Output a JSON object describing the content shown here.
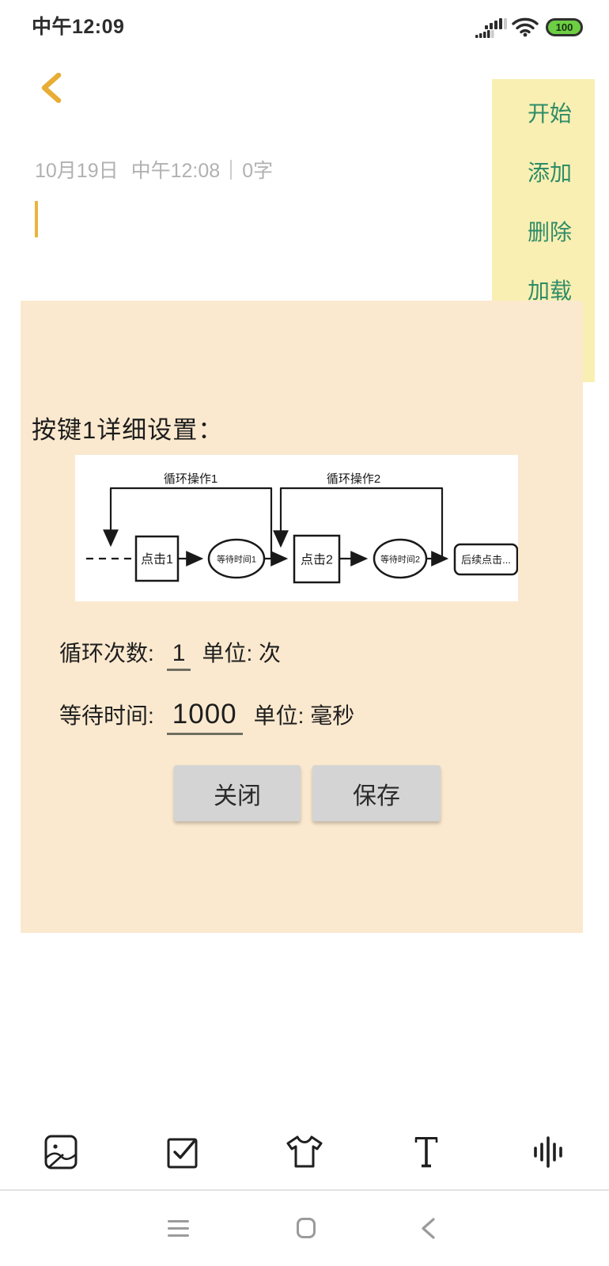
{
  "status_bar": {
    "time": "中午12:09",
    "battery_level": "100",
    "icons": [
      "signal-icon",
      "wifi-icon",
      "battery-icon"
    ]
  },
  "editor": {
    "date": "10月19日",
    "modified_time": "中午12:08",
    "char_count": "0字"
  },
  "side_menu": {
    "items": [
      {
        "label": "开始"
      },
      {
        "label": "添加"
      },
      {
        "label": "删除"
      },
      {
        "label": "加载"
      }
    ]
  },
  "dialog": {
    "title": "按键1详细设置：",
    "flowchart": {
      "loop1": "循环操作1",
      "loop2": "循环操作2",
      "click1": "点击1",
      "wait1": "等待时间1",
      "click2": "点击2",
      "wait2": "等待时间2",
      "next": "后续点击..."
    },
    "loop_row": {
      "label": "循环次数:",
      "value": "1",
      "unit": "单位: 次"
    },
    "wait_row": {
      "label": "等待时间:",
      "value": "1000",
      "unit": "单位: 毫秒"
    },
    "buttons": {
      "close": "关闭",
      "save": "保存"
    }
  },
  "toolbar": {
    "icons": [
      "image-icon",
      "checkbox-icon",
      "tshirt-icon",
      "text-icon",
      "audio-icon"
    ]
  },
  "nav_bar": {
    "icons": [
      "menu-icon",
      "home-icon",
      "back-icon"
    ]
  },
  "colors": {
    "accent_gold": "#e9b53c",
    "menu_bg": "#f9efb2",
    "menu_text": "#2f8c68",
    "dialog_bg": "#fbe9cf",
    "battery_green": "#6dce43",
    "button_gray": "#d4d4d4"
  }
}
